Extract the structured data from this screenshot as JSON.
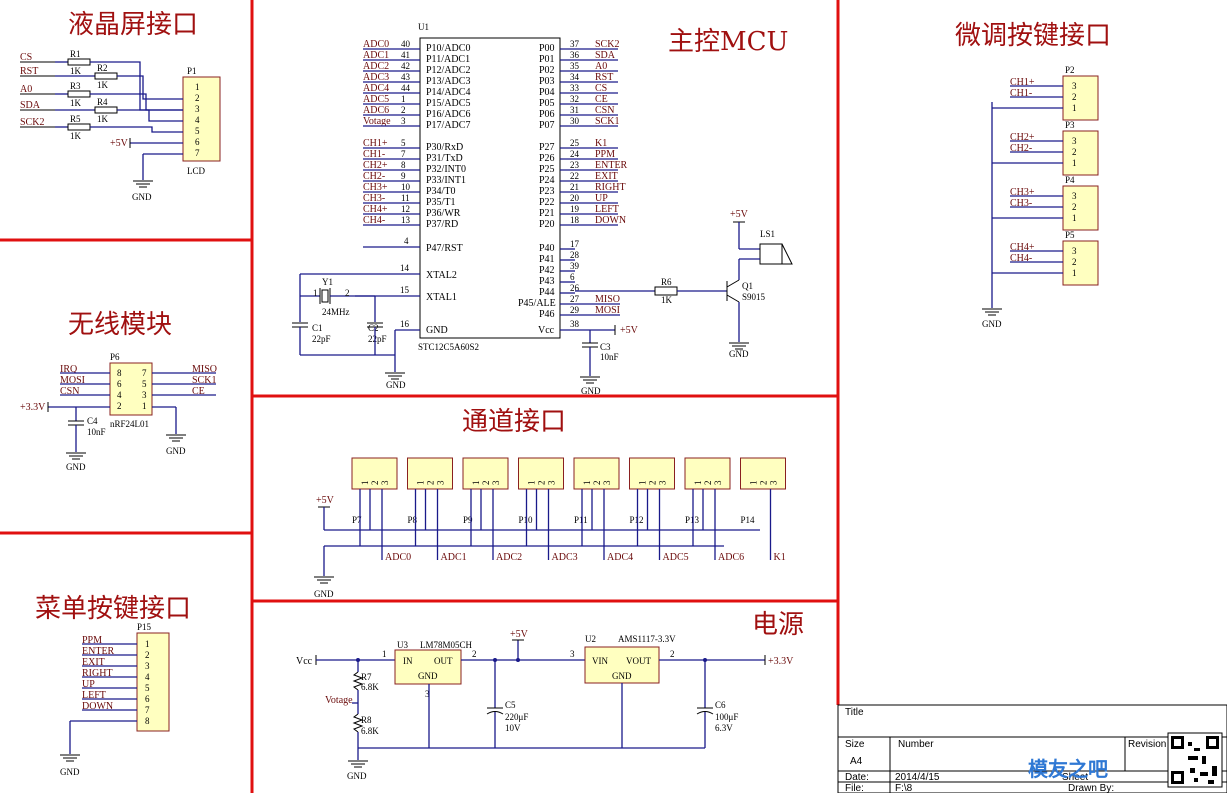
{
  "titles": {
    "lcd": "液晶屏接口",
    "mcu": "主控MCU",
    "fine": "微调按键接口",
    "wireless": "无线模块",
    "channel": "通道接口",
    "menu": "菜单按键接口",
    "power": "电源"
  },
  "lcd": {
    "connector": "P1",
    "name": "LCD",
    "nets": [
      "CS",
      "RST",
      "A0",
      "SDA",
      "SCK2"
    ],
    "resistors": [
      "R1",
      "R2",
      "R3",
      "R4",
      "R5"
    ],
    "res_value": "1K",
    "pins": [
      "1",
      "2",
      "3",
      "4",
      "5",
      "6",
      "7"
    ],
    "vcc": "+5V",
    "gnd": "GND"
  },
  "mcu": {
    "ref": "U1",
    "part": "STC12C5A60S2",
    "left_pins": [
      {
        "net": "ADC0",
        "num": "40",
        "name": "P10/ADC0"
      },
      {
        "net": "ADC1",
        "num": "41",
        "name": "P11/ADC1"
      },
      {
        "net": "ADC2",
        "num": "42",
        "name": "P12/ADC2"
      },
      {
        "net": "ADC3",
        "num": "43",
        "name": "P13/ADC3"
      },
      {
        "net": "ADC4",
        "num": "44",
        "name": "P14/ADC4"
      },
      {
        "net": "ADC5",
        "num": "1",
        "name": "P15/ADC5"
      },
      {
        "net": "ADC6",
        "num": "2",
        "name": "P16/ADC6"
      },
      {
        "net": "Votage",
        "num": "3",
        "name": "P17/ADC7"
      },
      {
        "net": "CH1+",
        "num": "5",
        "name": "P30/RxD"
      },
      {
        "net": "CH1-",
        "num": "7",
        "name": "P31/TxD"
      },
      {
        "net": "CH2+",
        "num": "8",
        "name": "P32/INT0"
      },
      {
        "net": "CH2-",
        "num": "9",
        "name": "P33/INT1"
      },
      {
        "net": "CH3+",
        "num": "10",
        "name": "P34/T0"
      },
      {
        "net": "CH3-",
        "num": "11",
        "name": "P35/T1"
      },
      {
        "net": "CH4+",
        "num": "12",
        "name": "P36/WR"
      },
      {
        "net": "CH4-",
        "num": "13",
        "name": "P37/RD"
      }
    ],
    "right_pins": [
      {
        "name": "P00",
        "num": "37",
        "net": "SCK2"
      },
      {
        "name": "P01",
        "num": "36",
        "net": "SDA"
      },
      {
        "name": "P02",
        "num": "35",
        "net": "A0"
      },
      {
        "name": "P03",
        "num": "34",
        "net": "RST"
      },
      {
        "name": "P04",
        "num": "33",
        "net": "CS"
      },
      {
        "name": "P05",
        "num": "32",
        "net": "CE"
      },
      {
        "name": "P06",
        "num": "31",
        "net": "CSN"
      },
      {
        "name": "P07",
        "num": "30",
        "net": "SCK1"
      },
      {
        "name": "P27",
        "num": "25",
        "net": "K1"
      },
      {
        "name": "P26",
        "num": "24",
        "net": "PPM"
      },
      {
        "name": "P25",
        "num": "23",
        "net": "ENTER"
      },
      {
        "name": "P24",
        "num": "22",
        "net": "EXIT"
      },
      {
        "name": "P23",
        "num": "21",
        "net": "RIGHT"
      },
      {
        "name": "P22",
        "num": "20",
        "net": "UP"
      },
      {
        "name": "P21",
        "num": "19",
        "net": "LEFT"
      },
      {
        "name": "P20",
        "num": "18",
        "net": "DOWN"
      }
    ],
    "lower_right": [
      {
        "name": "P40",
        "num": "17"
      },
      {
        "name": "P41",
        "num": "28"
      },
      {
        "name": "P42",
        "num": "39"
      },
      {
        "name": "P43",
        "num": "6"
      },
      {
        "name": "P44",
        "num": "26"
      },
      {
        "name": "P45/ALE",
        "num": "27",
        "net": "MISO"
      },
      {
        "name": "P46",
        "num": "29",
        "net": "MOSI"
      }
    ],
    "rst_pin": {
      "num": "4",
      "name": "P47/RST"
    },
    "xtal2": {
      "num": "14",
      "name": "XTAL2"
    },
    "xtal1": {
      "num": "15",
      "name": "XTAL1"
    },
    "gnd_pin": {
      "num": "16",
      "name": "GND"
    },
    "vcc_pin": {
      "num": "38",
      "name": "Vcc"
    },
    "crystal": {
      "ref": "Y1",
      "value": "24MHz",
      "p1": "1",
      "p2": "2"
    },
    "c1": {
      "ref": "C1",
      "value": "22pF"
    },
    "c2": {
      "ref": "C2",
      "value": "22pF"
    },
    "c3": {
      "ref": "C3",
      "value": "10nF"
    },
    "vcc": "+5V",
    "gnd": "GND",
    "buzzer": {
      "ref": "LS1",
      "vcc": "+5V",
      "r": "R6",
      "rv": "1K",
      "q": "Q1",
      "qv": "S9015",
      "gnd": "GND"
    }
  },
  "fine": {
    "connectors": [
      {
        "ref": "P2",
        "a": "CH1+",
        "b": "CH1-"
      },
      {
        "ref": "P3",
        "a": "CH2+",
        "b": "CH2-"
      },
      {
        "ref": "P4",
        "a": "CH3+",
        "b": "CH3-"
      },
      {
        "ref": "P5",
        "a": "CH4+",
        "b": "CH4-"
      }
    ],
    "pins": [
      "3",
      "2",
      "1"
    ],
    "gnd": "GND"
  },
  "wireless": {
    "ref": "P6",
    "part": "nRF24L01",
    "left_nets": [
      "IRQ",
      "MOSI",
      "CSN"
    ],
    "right_nets": [
      "MISO",
      "SCK1",
      "CE"
    ],
    "left_pins": [
      "8",
      "6",
      "4",
      "2"
    ],
    "right_pins": [
      "7",
      "5",
      "3",
      "1"
    ],
    "vcc": "+3.3V",
    "cap": {
      "ref": "C4",
      "value": "10nF"
    },
    "gnd": "GND"
  },
  "channel": {
    "vcc": "+5V",
    "gnd": "GND",
    "connectors": [
      "P7",
      "P8",
      "P9",
      "P10",
      "P11",
      "P12",
      "P13",
      "P14"
    ],
    "nets": [
      "ADC0",
      "ADC1",
      "ADC2",
      "ADC3",
      "ADC4",
      "ADC5",
      "ADC6",
      "K1"
    ],
    "pins": [
      "1",
      "2",
      "3"
    ]
  },
  "menu": {
    "ref": "P15",
    "nets": [
      "PPM",
      "ENTER",
      "EXIT",
      "RIGHT",
      "UP",
      "LEFT",
      "DOWN"
    ],
    "pins": [
      "1",
      "2",
      "3",
      "4",
      "5",
      "6",
      "7",
      "8"
    ],
    "gnd": "GND"
  },
  "power": {
    "vin": "Vcc",
    "u3": {
      "ref": "U3",
      "part": "LM78M05CH",
      "in": "IN",
      "out": "OUT",
      "gnd": "GND",
      "p1": "1",
      "p2": "2",
      "p3": "3"
    },
    "u2": {
      "ref": "U2",
      "part": "AMS1117-3.3V",
      "in": "VIN",
      "out": "VOUT",
      "gnd": "GND",
      "p3": "3",
      "p2": "2"
    },
    "v5": "+5V",
    "v33": "+3.3V",
    "r7": {
      "ref": "R7",
      "value": "6.8K"
    },
    "r8": {
      "ref": "R8",
      "value": "6.8K"
    },
    "votage": "Votage",
    "c5": {
      "ref": "C5",
      "v1": "220μF",
      "v2": "10V"
    },
    "c6": {
      "ref": "C6",
      "v1": "100μF",
      "v2": "6.3V"
    },
    "gnd": "GND"
  },
  "titleblock": {
    "title_label": "Title",
    "size_label": "Size",
    "size_value": "A4",
    "number_label": "Number",
    "revision_label": "Revision",
    "date_label": "Date:",
    "date_value": "2014/4/15",
    "file_label": "File:",
    "file_value": "F:\\8",
    "sheet_label": "Sheet",
    "drawn_label": "Drawn By:",
    "watermark": "模友之吧"
  }
}
